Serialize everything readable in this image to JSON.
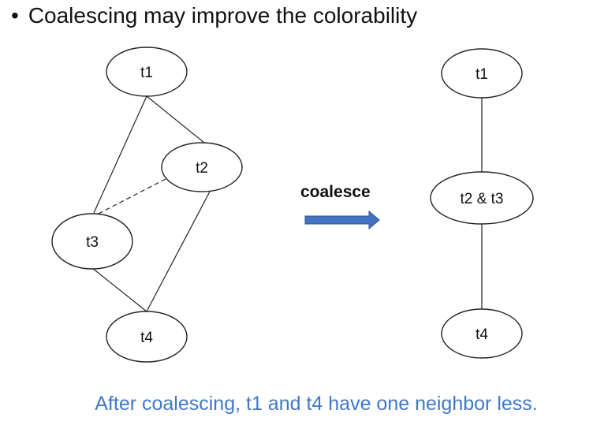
{
  "bullet": {
    "symbol": "•",
    "text": "Coalescing may improve the colorability"
  },
  "before_graph": {
    "nodes": {
      "t1": "t1",
      "t2": "t2",
      "t3": "t3",
      "t4": "t4"
    },
    "edges": [
      {
        "from": "t1",
        "to": "t2",
        "style": "solid"
      },
      {
        "from": "t1",
        "to": "t3",
        "style": "solid"
      },
      {
        "from": "t2",
        "to": "t4",
        "style": "solid"
      },
      {
        "from": "t3",
        "to": "t4",
        "style": "solid"
      },
      {
        "from": "t2",
        "to": "t3",
        "style": "dashed"
      }
    ]
  },
  "operation": {
    "label": "coalesce",
    "arrow_color": "#4472c4"
  },
  "after_graph": {
    "nodes": {
      "t1": "t1",
      "t23": "t2 & t3",
      "t4": "t4"
    },
    "edges": [
      {
        "from": "t1",
        "to": "t23",
        "style": "solid"
      },
      {
        "from": "t23",
        "to": "t4",
        "style": "solid"
      }
    ]
  },
  "footer": {
    "text": "After coalescing, t1 and t4 have one neighbor less.",
    "color": "#3f78c8"
  }
}
